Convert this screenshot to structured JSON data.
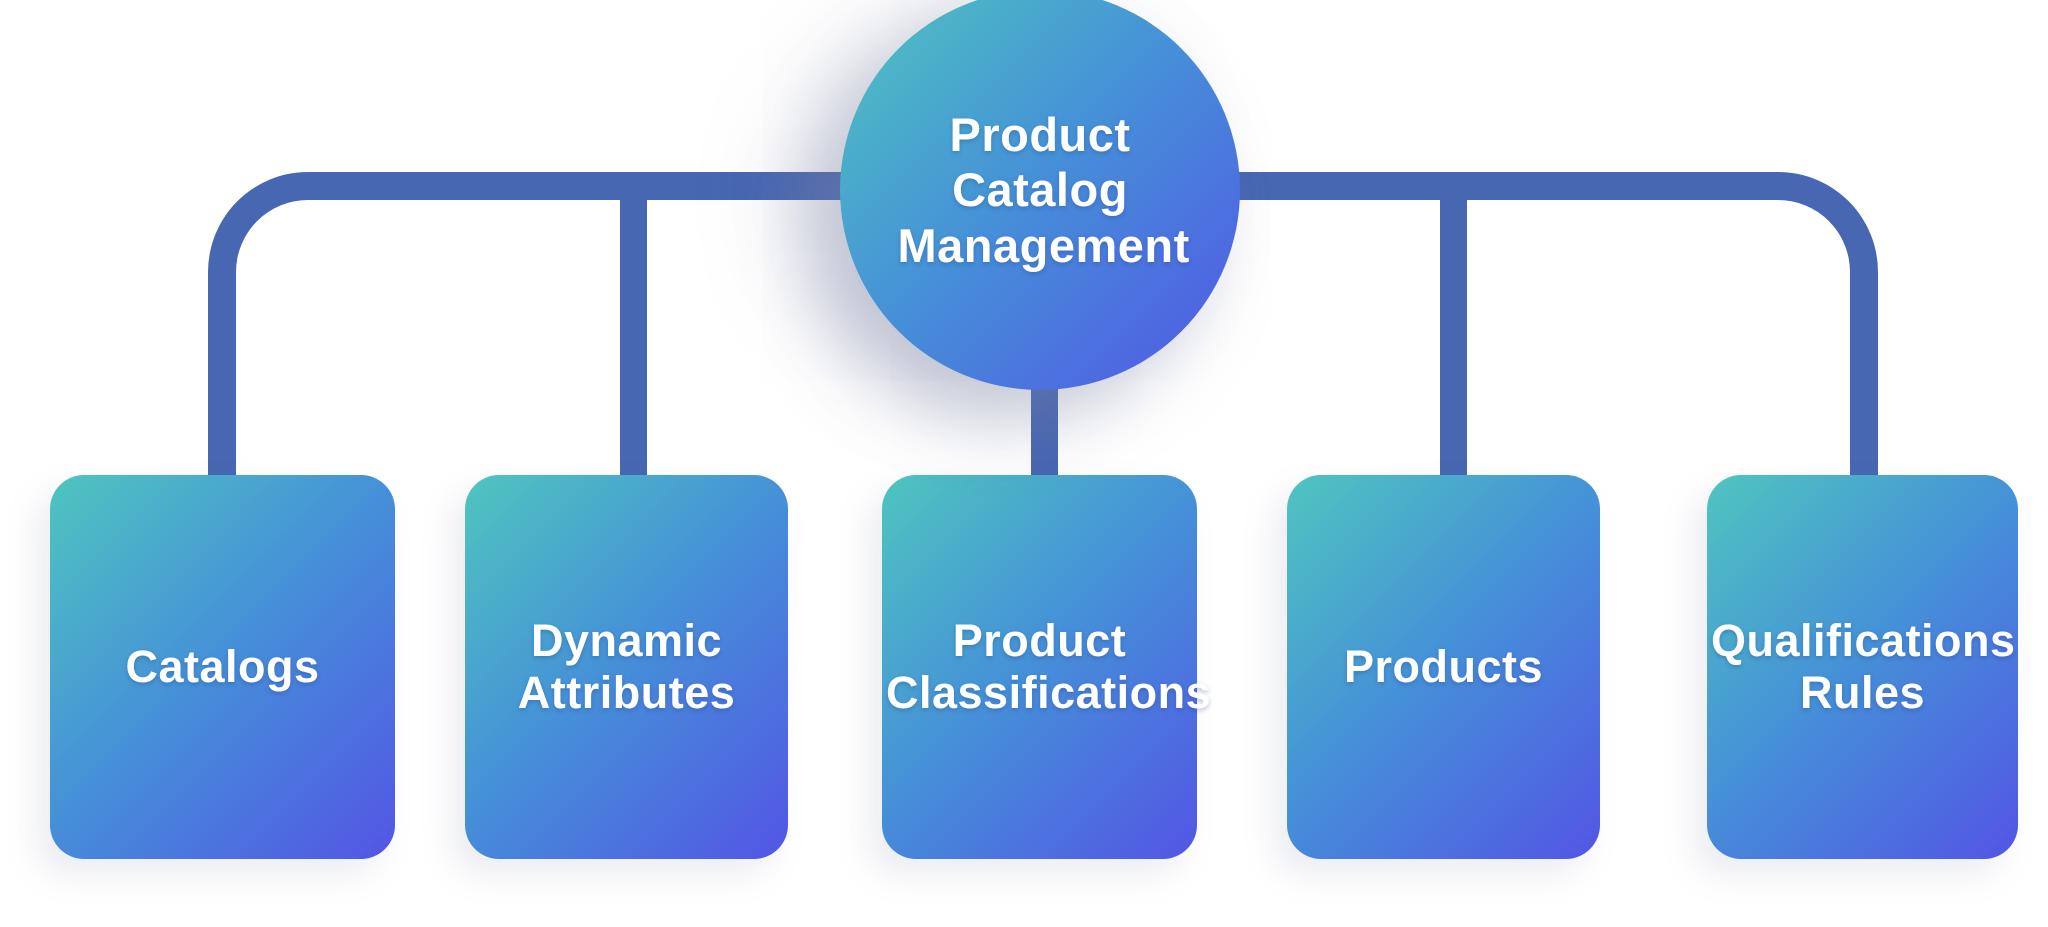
{
  "diagram": {
    "type": "hierarchy",
    "root": {
      "id": "product-catalog-management",
      "label": "Product Catalog Management",
      "shape": "circle"
    },
    "children": [
      {
        "id": "catalogs",
        "label": "Catalogs",
        "shape": "rounded-rect"
      },
      {
        "id": "dynamic-attributes",
        "label": "Dynamic Attributes",
        "shape": "rounded-rect"
      },
      {
        "id": "product-classifications",
        "label": "Product Classifications",
        "shape": "rounded-rect"
      },
      {
        "id": "products",
        "label": "Products",
        "shape": "rounded-rect"
      },
      {
        "id": "qualifications-rules",
        "label": "Qualifications Rules",
        "shape": "rounded-rect"
      }
    ],
    "colors": {
      "connector": "#4767b2",
      "gradient_start": "#4fc5bf",
      "gradient_mid": "#4590d8",
      "gradient_end": "#5355e5",
      "text": "#ffffff",
      "background": "#ffffff"
    }
  }
}
